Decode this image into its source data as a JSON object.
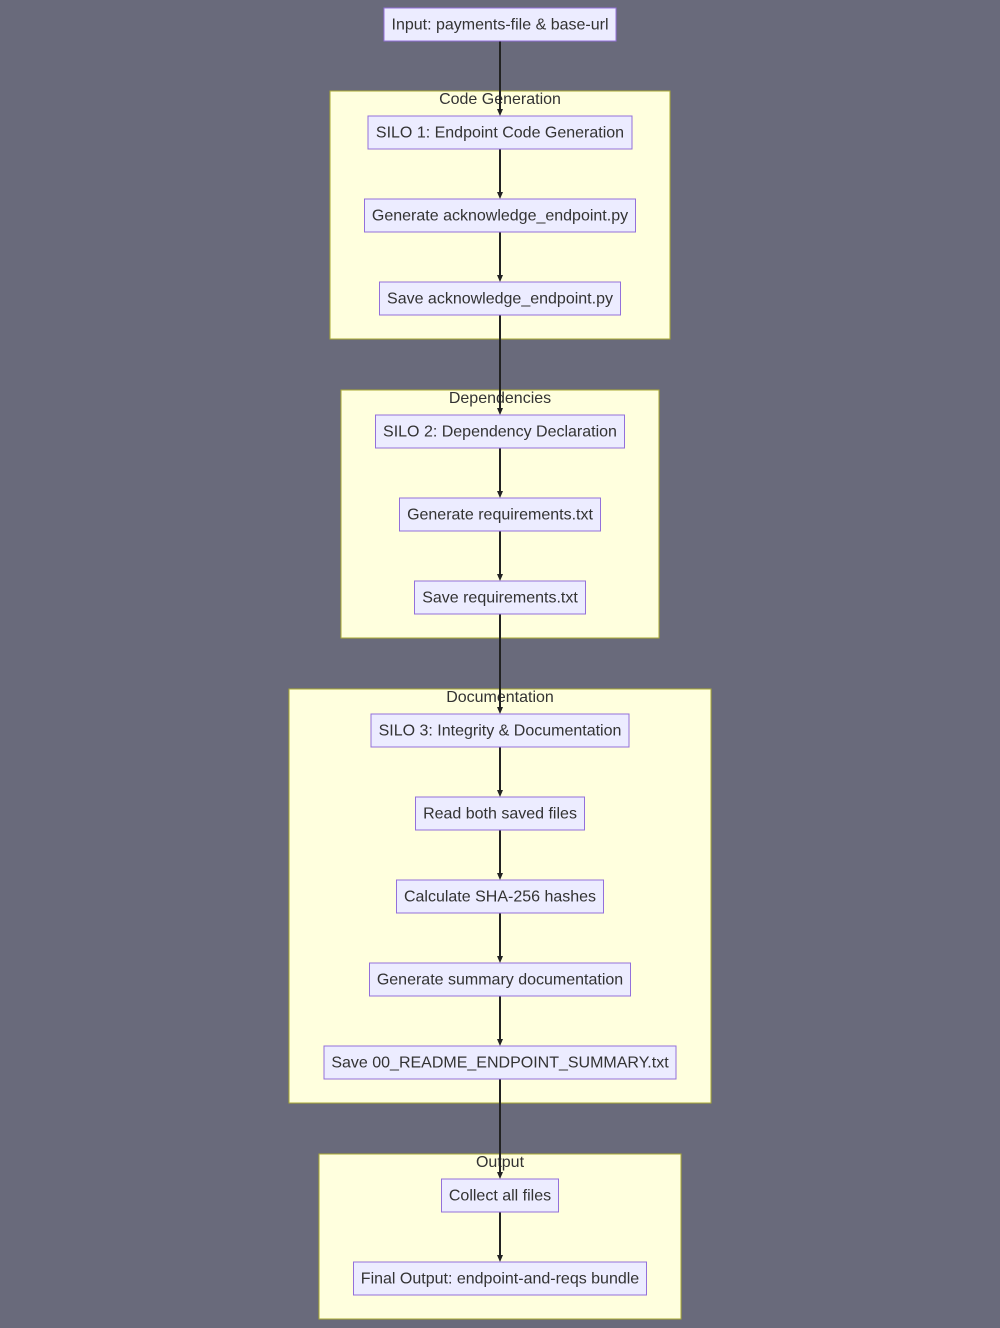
{
  "diagram": {
    "input_node": "Input: payments-file & base-url",
    "clusters": [
      {
        "id": "code-generation",
        "title": "Code Generation",
        "nodes": [
          "SILO 1: Endpoint Code Generation",
          "Generate acknowledge_endpoint.py",
          "Save acknowledge_endpoint.py"
        ]
      },
      {
        "id": "dependencies",
        "title": "Dependencies",
        "nodes": [
          "SILO 2: Dependency Declaration",
          "Generate requirements.txt",
          "Save requirements.txt"
        ]
      },
      {
        "id": "documentation",
        "title": "Documentation",
        "nodes": [
          "SILO 3: Integrity & Documentation",
          "Read both saved files",
          "Calculate SHA-256 hashes",
          "Generate summary documentation",
          "Save 00_README_ENDPOINT_SUMMARY.txt"
        ]
      },
      {
        "id": "output",
        "title": "Output",
        "nodes": [
          "Collect all files",
          "Final Output: endpoint-and-reqs bundle"
        ]
      }
    ]
  },
  "colors": {
    "background": "#696a7b",
    "cluster_fill": "#ffffde",
    "cluster_stroke": "#aaaa33",
    "node_fill": "#ececff",
    "node_stroke": "#9370db",
    "edge": "#222222",
    "text": "#333333"
  }
}
